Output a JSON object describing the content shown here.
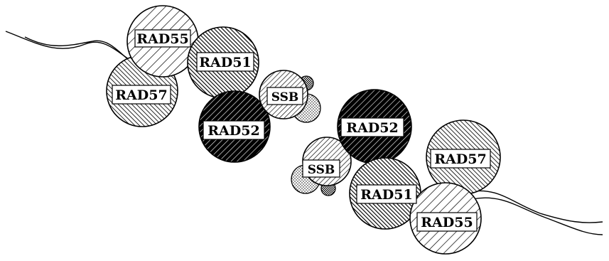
{
  "diagram": {
    "colors": {
      "background": "#ffffff",
      "ink": "#000000",
      "label_fill": "#ffffff"
    },
    "proteins": [
      {
        "id": "rad55-left",
        "label": "RAD55",
        "pattern": "hatch-light"
      },
      {
        "id": "rad57-left",
        "label": "RAD57",
        "pattern": "hatch-medium-back"
      },
      {
        "id": "rad51-left",
        "label": "RAD51",
        "pattern": "hatch-dark-back"
      },
      {
        "id": "rad52-left",
        "label": "RAD52",
        "pattern": "hatch-heavy"
      },
      {
        "id": "ssb-left",
        "label": "SSB",
        "pattern": "hatch-medium"
      },
      {
        "id": "rad52-right",
        "label": "RAD52",
        "pattern": "hatch-heavy"
      },
      {
        "id": "ssb-right",
        "label": "SSB",
        "pattern": "hatch-medium"
      },
      {
        "id": "rad57-right",
        "label": "RAD57",
        "pattern": "hatch-medium-back"
      },
      {
        "id": "rad51-right",
        "label": "RAD51",
        "pattern": "hatch-dark-back"
      },
      {
        "id": "rad55-right",
        "label": "RAD55",
        "pattern": "hatch-light"
      }
    ]
  }
}
